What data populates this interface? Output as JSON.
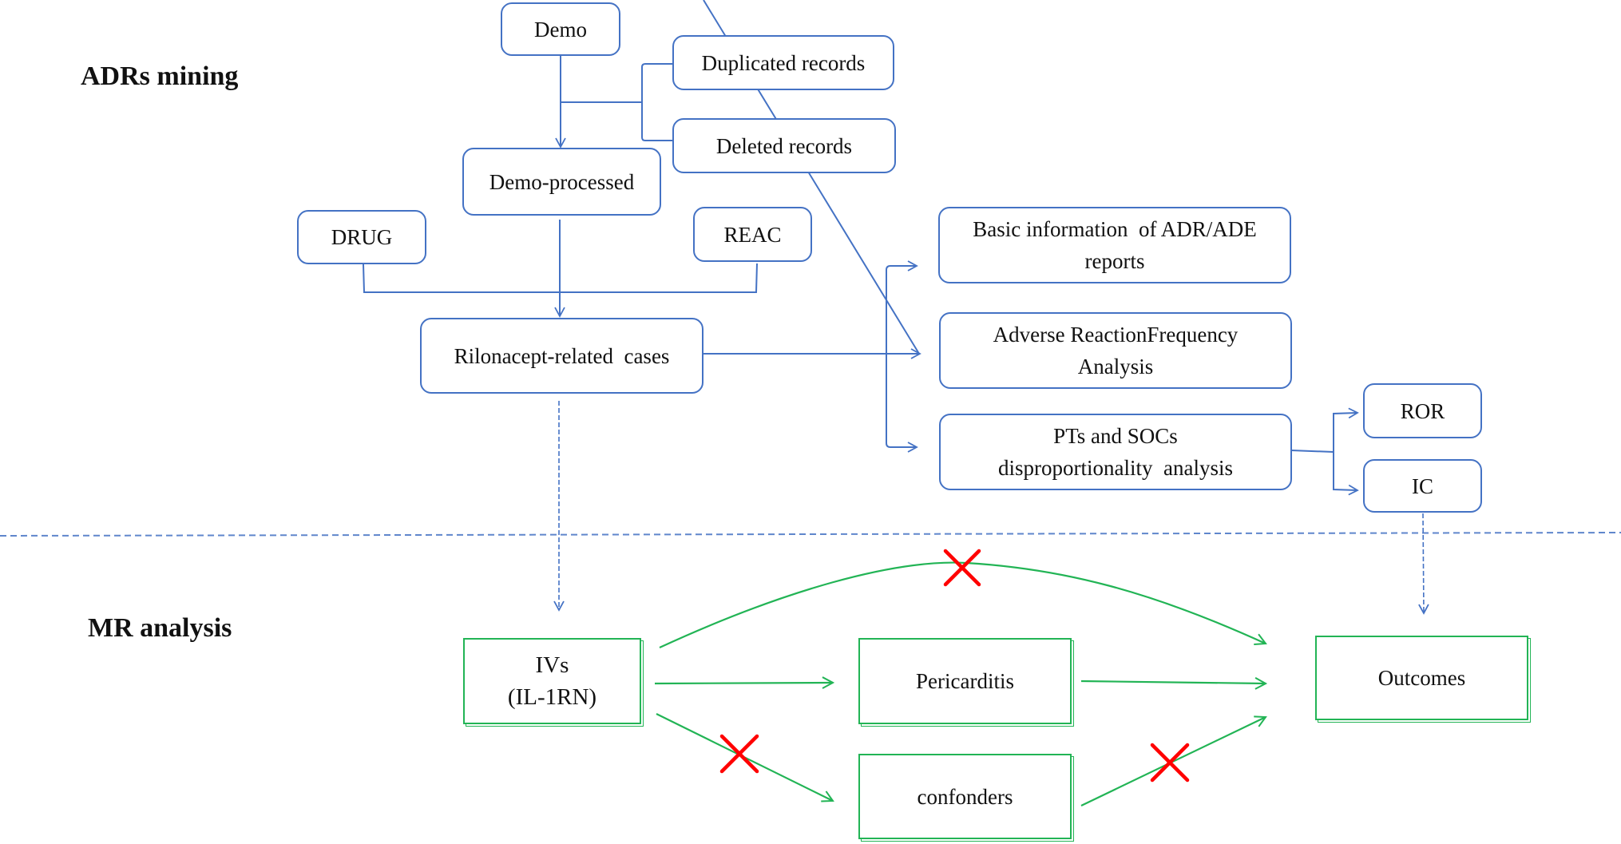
{
  "sections": {
    "adrs_mining": "ADRs mining",
    "mr_analysis": "MR analysis"
  },
  "nodes": {
    "demo": "Demo",
    "duplicated_records": "Duplicated records",
    "deleted_records": "Deleted records",
    "demo_processed": "Demo-processed",
    "drug": "DRUG",
    "reac": "REAC",
    "rilonacept_cases": "Rilonacept-related  cases",
    "basic_info": [
      "Basic information  of ADR/ADE",
      "reports"
    ],
    "adverse_freq": [
      "Adverse ReactionFrequency",
      "Analysis"
    ],
    "pts_socs": [
      "PTs and SOCs",
      "disproportionality  analysis"
    ],
    "ror": "ROR",
    "ic": "IC",
    "ivs": [
      "IVs",
      "(IL-1RN)"
    ],
    "pericarditis": "Pericarditis",
    "confonders": "confonders",
    "outcomes": "Outcomes"
  },
  "colors": {
    "adr_line": "#4472c4",
    "mr_line": "#22b455",
    "blocked_mark": "#ff0000"
  },
  "blocked_paths": [
    "IVs -> Outcomes (direct)",
    "IVs -> confonders",
    "confonders -> Outcomes"
  ]
}
